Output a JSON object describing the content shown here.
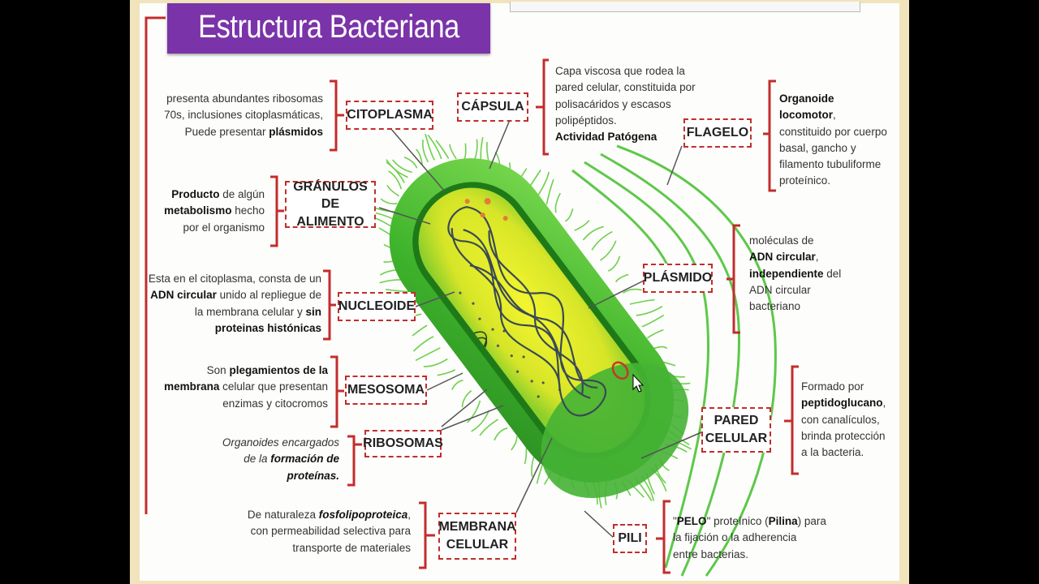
{
  "title": "Estructura Bacteriana",
  "labels": {
    "citoplasma": "CITOPLASMA",
    "capsula": "CÁPSULA",
    "flagelo": "FLAGELO",
    "granulos": "GRÁNULOS DE\nALIMENTO",
    "plasmido": "PLÁSMIDO",
    "nucleoide": "NUCLEOIDE",
    "mesosoma": "MESOSOMA",
    "ribosomas": "RIBOSOMAS",
    "pared": "PARED\nCELULAR",
    "membrana": "MEMBRANA\nCELULAR",
    "pili": "PILI"
  },
  "descriptions": {
    "citoplasma": {
      "pre": "presenta abundantes ribosomas\n70s, inclusiones citoplasmáticas,\nPuede presentar ",
      "bold": "plásmidos",
      "post": ""
    },
    "capsula": {
      "pre": "Capa viscosa que rodea la\npared celular, constituida por\npolisacáridos y escasos\npolipéptidos.\n",
      "bold": "Actividad  Patógena",
      "post": ""
    },
    "flagelo": {
      "pre": "",
      "bold": "Organoide  locomotor",
      "post": ",\nconstituido por cuerpo\nbasal, gancho y\nfilamento tubuliforme\nproteínico."
    },
    "granulos_1": {
      "bold": "Producto",
      "post": " de algún"
    },
    "granulos_2": {
      "bold": "metabolismo",
      "post": " hecho"
    },
    "granulos_3": {
      "post": "por el organismo"
    },
    "plasmido_1": "moléculas de",
    "plasmido_2": "ADN circular",
    "plasmido_3": "independiente",
    "plasmido_4": " del",
    "plasmido_5": "ADN circular\nbacteriano",
    "nucleoide_1": "Esta en el citoplasma, consta de un",
    "nucleoide_2b": "ADN  circular",
    "nucleoide_2": " unido al repliegue de",
    "nucleoide_3": "la membrana celular y ",
    "nucleoide_3b": "sin",
    "nucleoide_4b": "proteinas histónicas",
    "mesosoma_1": "Son ",
    "mesosoma_1b": "plegamientos de la",
    "mesosoma_2b": "membrana",
    "mesosoma_2": " celular que presentan",
    "mesosoma_3": "enzimas y citocromos",
    "ribosomas_1": "Organoides encargados",
    "ribosomas_2": "de la ",
    "ribosomas_2b": "formación de",
    "ribosomas_3b": "proteínas.",
    "pared_1": "Formado  por",
    "pared_2b": "peptidoglucano",
    "pared_2": ",",
    "pared_3": "con canalículos,\nbrinda  protección\na la bacteria.",
    "membrana_1": "De naturaleza ",
    "membrana_1b": "fosfolipoproteica",
    "membrana_1c": ",",
    "membrana_2": "con permeabilidad  selectiva para\ntransporte  de materiales",
    "pili_1": "\"",
    "pili_1b": "PELO",
    "pili_1c": "\" proteínico (",
    "pili_1d": "Pilina",
    "pili_1e": ") para",
    "pili_2": "la fijación o la adherencia\nentre bacterias."
  },
  "colors": {
    "brackets": "#c22d2d",
    "title_bg": "#7a33a8",
    "cell_outer": "#3fa82c",
    "cell_inner": "#e8ea2a",
    "flagella": "#5ec84a"
  }
}
